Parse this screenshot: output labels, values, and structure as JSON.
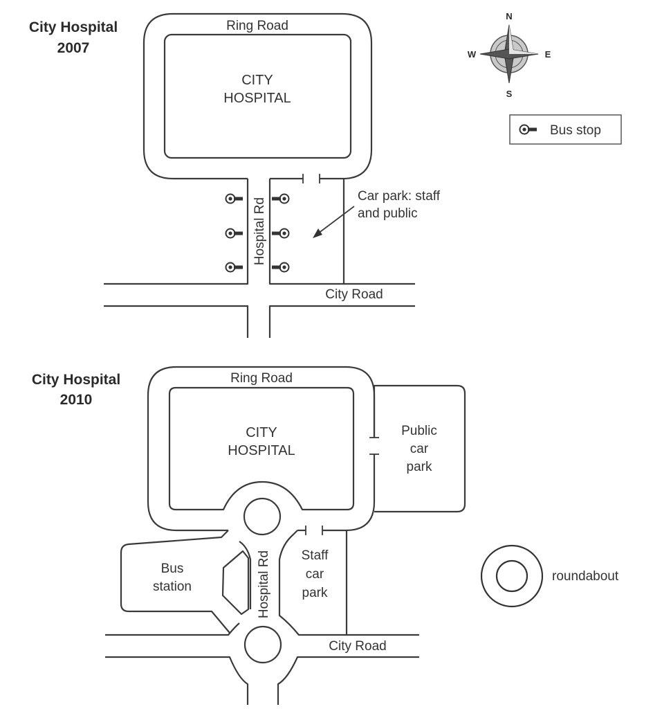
{
  "compass": {
    "n": "N",
    "s": "S",
    "e": "E",
    "w": "W"
  },
  "legend": {
    "bus_stop": "Bus stop",
    "roundabout": "roundabout"
  },
  "map_2007": {
    "title_line1": "City Hospital",
    "title_line2": "2007",
    "ring_road": "Ring Road",
    "hospital_line1": "CITY",
    "hospital_line2": "HOSPITAL",
    "hospital_rd": "Hospital Rd",
    "city_road": "City Road",
    "car_park_line1": "Car park: staff",
    "car_park_line2": "and public",
    "bus_stop_count": 6
  },
  "map_2010": {
    "title_line1": "City Hospital",
    "title_line2": "2010",
    "ring_road": "Ring Road",
    "hospital_line1": "CITY",
    "hospital_line2": "HOSPITAL",
    "hospital_rd": "Hospital Rd",
    "city_road": "City Road",
    "public_car_park": [
      "Public",
      "car",
      "park"
    ],
    "staff_car_park": [
      "Staff",
      "car",
      "park"
    ],
    "bus_station": [
      "Bus",
      "station"
    ]
  }
}
